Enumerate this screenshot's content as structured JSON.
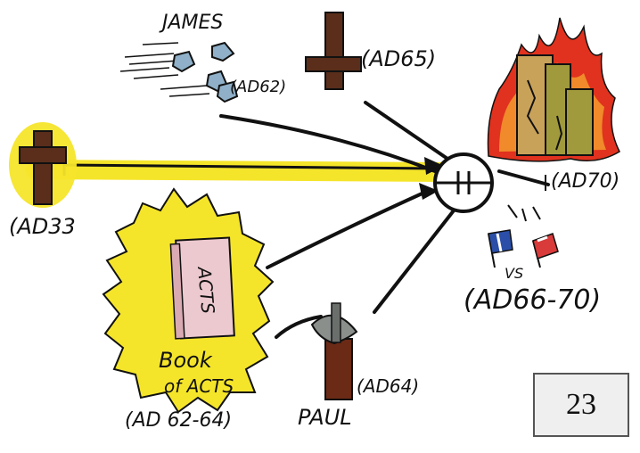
{
  "labels": {
    "james": "JAMES",
    "james_date": "(AD62)",
    "peter_date": "(AD65)",
    "jesus_date": "(AD33",
    "temple_date": "(AD70)",
    "war_vs": "VS",
    "war_date": "(AD66-70)",
    "acts_spine": "ACTS",
    "acts_title_1": "Book",
    "acts_title_2": "of ACTS",
    "acts_date": "(AD 62-64)",
    "paul": "PAUL",
    "paul_date": "(AD64)"
  },
  "page_number": "23",
  "colors": {
    "ink": "#111111",
    "cross_brown": "#5a2e1a",
    "highlight_yellow": "#f5e52a",
    "rock_blue": "#8fb0c8",
    "fire_red": "#e0321e",
    "fire_orange": "#f08a2a",
    "temple_olive": "#a09a3c",
    "temple_tan": "#c9a25a",
    "book_pink": "#ecc9cf",
    "flag_blue": "#2b4fa8",
    "flag_red": "#d93a3a",
    "axe_grey": "#8a8f8c",
    "handle_brown": "#6b2a16"
  },
  "icons": [
    "stones-icon",
    "upside-down-cross-icon",
    "cross-icon",
    "burning-temple-icon",
    "book-of-acts-icon",
    "axe-icon",
    "flag-icon"
  ]
}
